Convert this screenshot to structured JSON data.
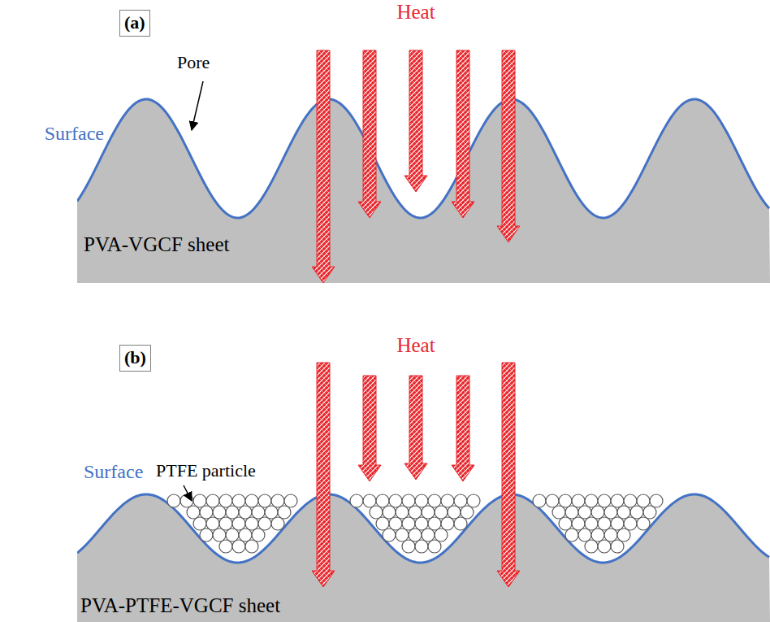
{
  "diagram": {
    "nodes": [
      {
        "text": [
          "(a)"
        ]
      },
      {
        "text": [
          "PVA-VGCF sheet"
        ]
      },
      {
        "text": [
          "(b)"
        ]
      },
      {
        "text": [
          "PVA-PTFE-VGCF sheet"
        ]
      }
    ],
    "labels": [
      "Heat",
      "Surface",
      "Pore",
      "Heat",
      "PTFE particle",
      "Surface"
    ]
  }
}
